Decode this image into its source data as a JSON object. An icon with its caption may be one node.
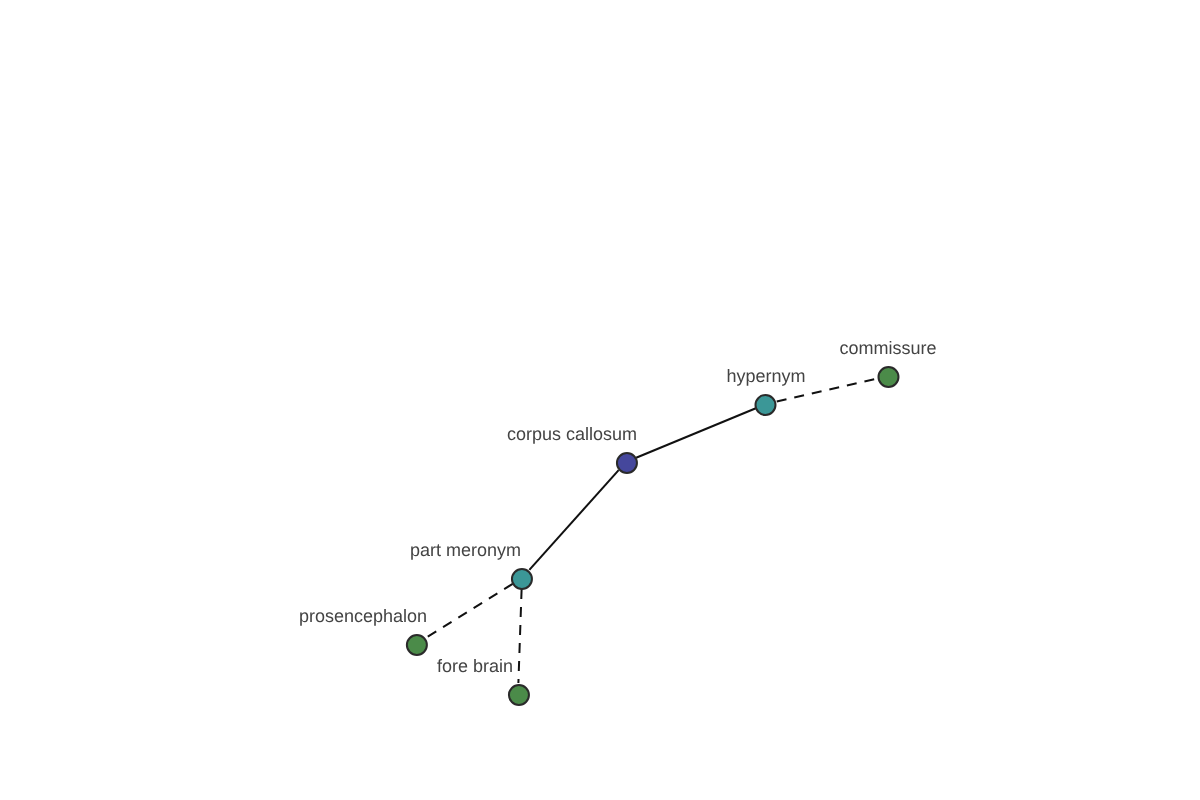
{
  "diagram": {
    "nodes": [
      {
        "text": [
          "corpus callosum"
        ]
      },
      {
        "text": [
          "hypernym"
        ]
      },
      {
        "text": [
          "commissure"
        ]
      },
      {
        "text": [
          "part meronym"
        ]
      },
      {
        "text": [
          "prosencephalon"
        ]
      },
      {
        "text": [
          "fore brain"
        ]
      }
    ],
    "edges": [
      {
        "from": 0,
        "to": 1,
        "arrow": "none"
      },
      {
        "from": 1,
        "to": 2,
        "arrow": "none",
        "style": "dashed"
      },
      {
        "from": 0,
        "to": 3,
        "arrow": "none"
      },
      {
        "from": 3,
        "to": 4,
        "arrow": "none",
        "style": "dashed"
      },
      {
        "from": 3,
        "to": 5,
        "arrow": "none",
        "style": "dashed"
      }
    ]
  }
}
